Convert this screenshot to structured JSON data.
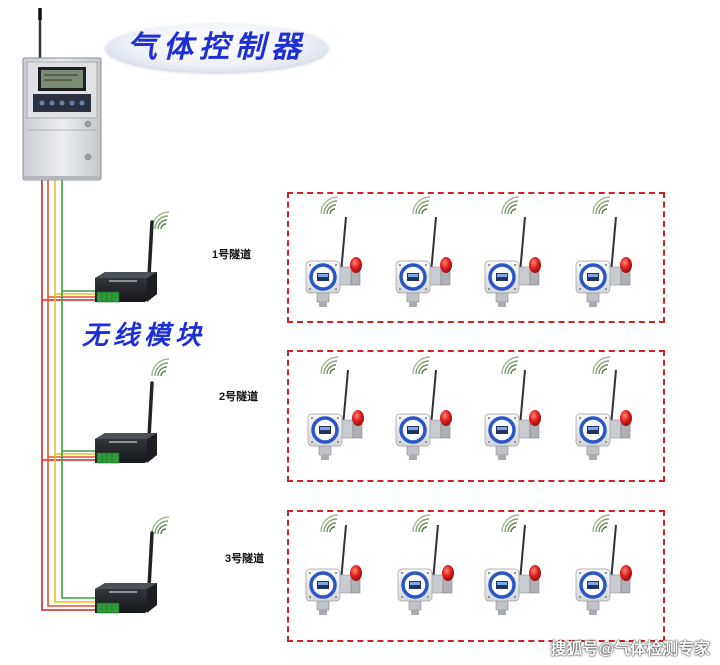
{
  "title": "气体控制器",
  "module_label": "无线模块",
  "tunnels": [
    {
      "label": "1号隧道",
      "detector_count": 4
    },
    {
      "label": "2号隧道",
      "detector_count": 4
    },
    {
      "label": "3号隧道",
      "detector_count": 4
    }
  ],
  "watermark": "搜狐号@气体检测专家",
  "colors": {
    "title_text": "#1f2fd6",
    "dashed_box": "#d0202a",
    "wire_red": "#d2232a",
    "wire_yellow": "#e6c12a",
    "wire_green": "#3aa03a",
    "controller_body": "#e4e6e9",
    "detector_body": "#f1f1f1",
    "detector_ring": "#2a56c6",
    "alarm_light": "#d61f1f"
  },
  "icons": [
    "controller-icon",
    "wireless-module-icon",
    "gas-detector-icon",
    "wifi-signal-icon",
    "antenna-icon",
    "alarm-light-icon"
  ]
}
